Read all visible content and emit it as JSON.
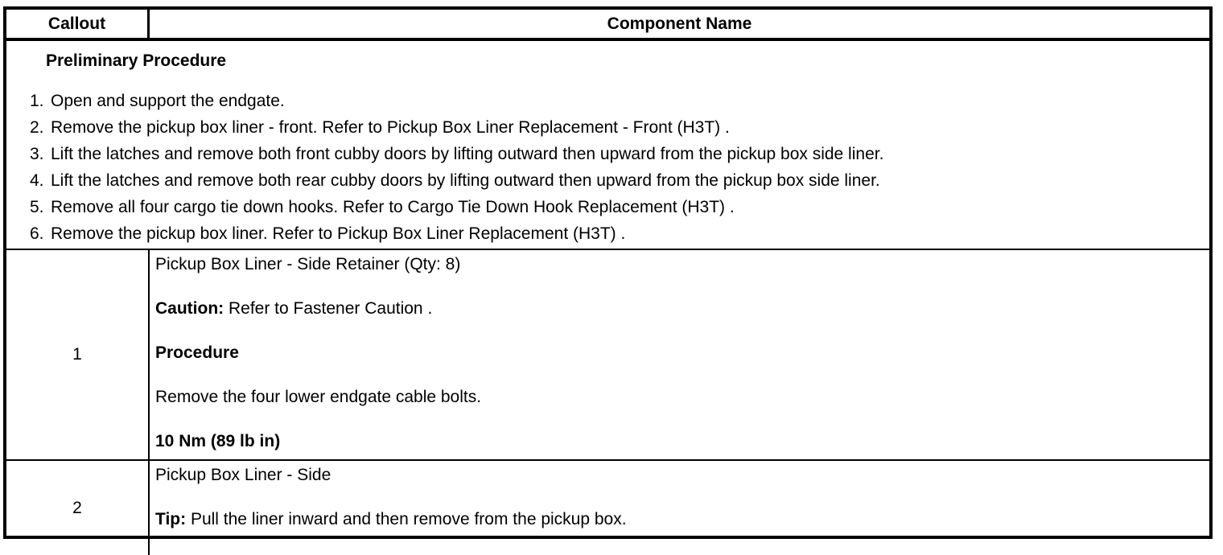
{
  "table": {
    "colors": {
      "border": "#000000",
      "background": "#ffffff",
      "text": "#000000"
    },
    "header": {
      "callout": "Callout",
      "component_name": "Component Name"
    },
    "preliminary": {
      "title": "Preliminary Procedure",
      "steps": [
        {
          "num": "1.",
          "text": "Open and support the endgate."
        },
        {
          "num": "2.",
          "text": "Remove the pickup box liner - front. Refer to Pickup Box Liner Replacement - Front (H3T) ."
        },
        {
          "num": "3.",
          "text": "Lift the latches and remove both front cubby doors by lifting outward then upward from the pickup box side liner."
        },
        {
          "num": "4.",
          "text": "Lift the latches and remove both rear cubby doors by lifting outward then upward from the pickup box side liner."
        },
        {
          "num": "5.",
          "text": "Remove all four cargo tie down hooks. Refer to Cargo Tie Down Hook Replacement (H3T) ."
        },
        {
          "num": "6.",
          "text": "Remove the pickup box liner. Refer to Pickup Box Liner Replacement (H3T) ."
        }
      ]
    },
    "rows": [
      {
        "callout": "1",
        "component": "Pickup Box Liner - Side Retainer (Qty: 8)",
        "caution_label": "Caution:",
        "caution_text": " Refer to Fastener Caution .",
        "procedure_label": "Procedure",
        "procedure_text": "Remove the four lower endgate cable bolts.",
        "torque": "10 Nm (89 lb in)"
      },
      {
        "callout": "2",
        "component": "Pickup Box Liner - Side",
        "tip_label": "Tip:",
        "tip_text": " Pull the liner inward and then remove from the pickup box."
      }
    ]
  }
}
